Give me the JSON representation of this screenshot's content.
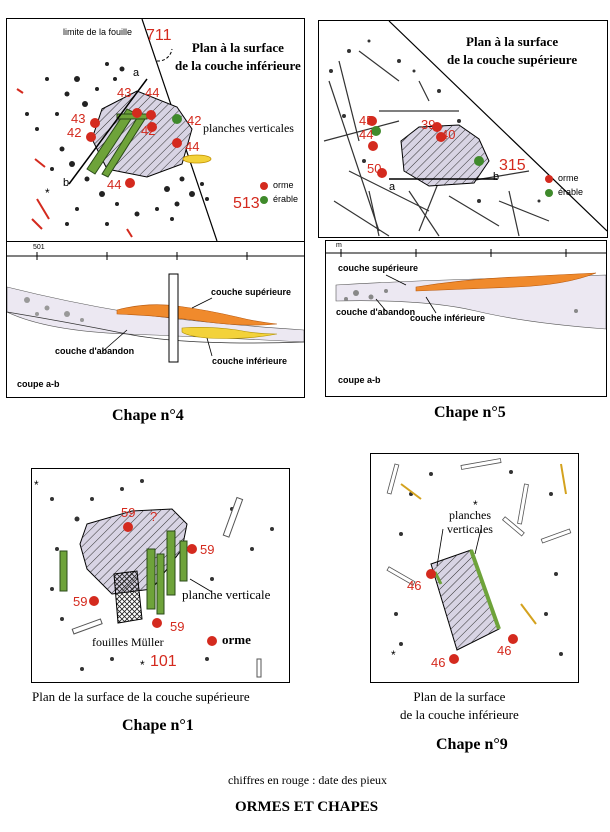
{
  "chape4": {
    "limit_label": "limite de la fouille",
    "num_711": "711",
    "plan_title_1": "Plan à la surface",
    "plan_title_2": "de la couche inférieure",
    "planches": "planches verticales",
    "legend_orme": "orme",
    "legend_erable": "érable",
    "num_513": "513",
    "letter_a": "a",
    "letter_b": "b",
    "dates": [
      "43",
      "44",
      "43",
      "42",
      "42",
      "42",
      "44",
      "44"
    ],
    "section_scale": "501",
    "couche_sup": "couche supérieure",
    "couche_inf": "couche inférieure",
    "couche_abandon": "couche d'abandon",
    "coupe": "coupe a-b",
    "caption": "Chape n°4"
  },
  "chape5": {
    "plan_title_1": "Plan à la surface",
    "plan_title_2": "de la couche supérieure",
    "dates": [
      "45",
      "39",
      "44",
      "40",
      "50"
    ],
    "num_315": "315",
    "letter_a": "a",
    "letter_b": "b",
    "legend_orme": "orme",
    "legend_erable": "érable",
    "section_scale": "m",
    "couche_sup": "couche supérieure",
    "couche_abandon": "couche d'abandon",
    "couche_inf": "couche inférieure",
    "coupe": "coupe a-b",
    "caption": "Chape n°5"
  },
  "chape1": {
    "dates": [
      "59",
      "59",
      "59",
      "59"
    ],
    "question": "?",
    "planche": "planche verticale",
    "fouilles": "fouilles Müller",
    "legend_orme": "orme",
    "num_101": "101",
    "subcaption": "Plan de la surface de la couche supérieure",
    "caption": "Chape n°1"
  },
  "chape9": {
    "planches_1": "planches",
    "planches_2": "verticales",
    "dates": [
      "46",
      "46",
      "46"
    ],
    "subcaption_1": "Plan de la surface",
    "subcaption_2": "de la couche inférieure",
    "caption": "Chape n°9"
  },
  "footer": {
    "note": "chiffres en rouge : date des pieux",
    "title": "ORMES ET CHAPES"
  },
  "colors": {
    "orme": "#d42a1e",
    "erable": "#3f8a2b",
    "green_plank": "#6ea33a",
    "orange_layer": "#f08a2c",
    "yellow_layer": "#f3d23a"
  }
}
